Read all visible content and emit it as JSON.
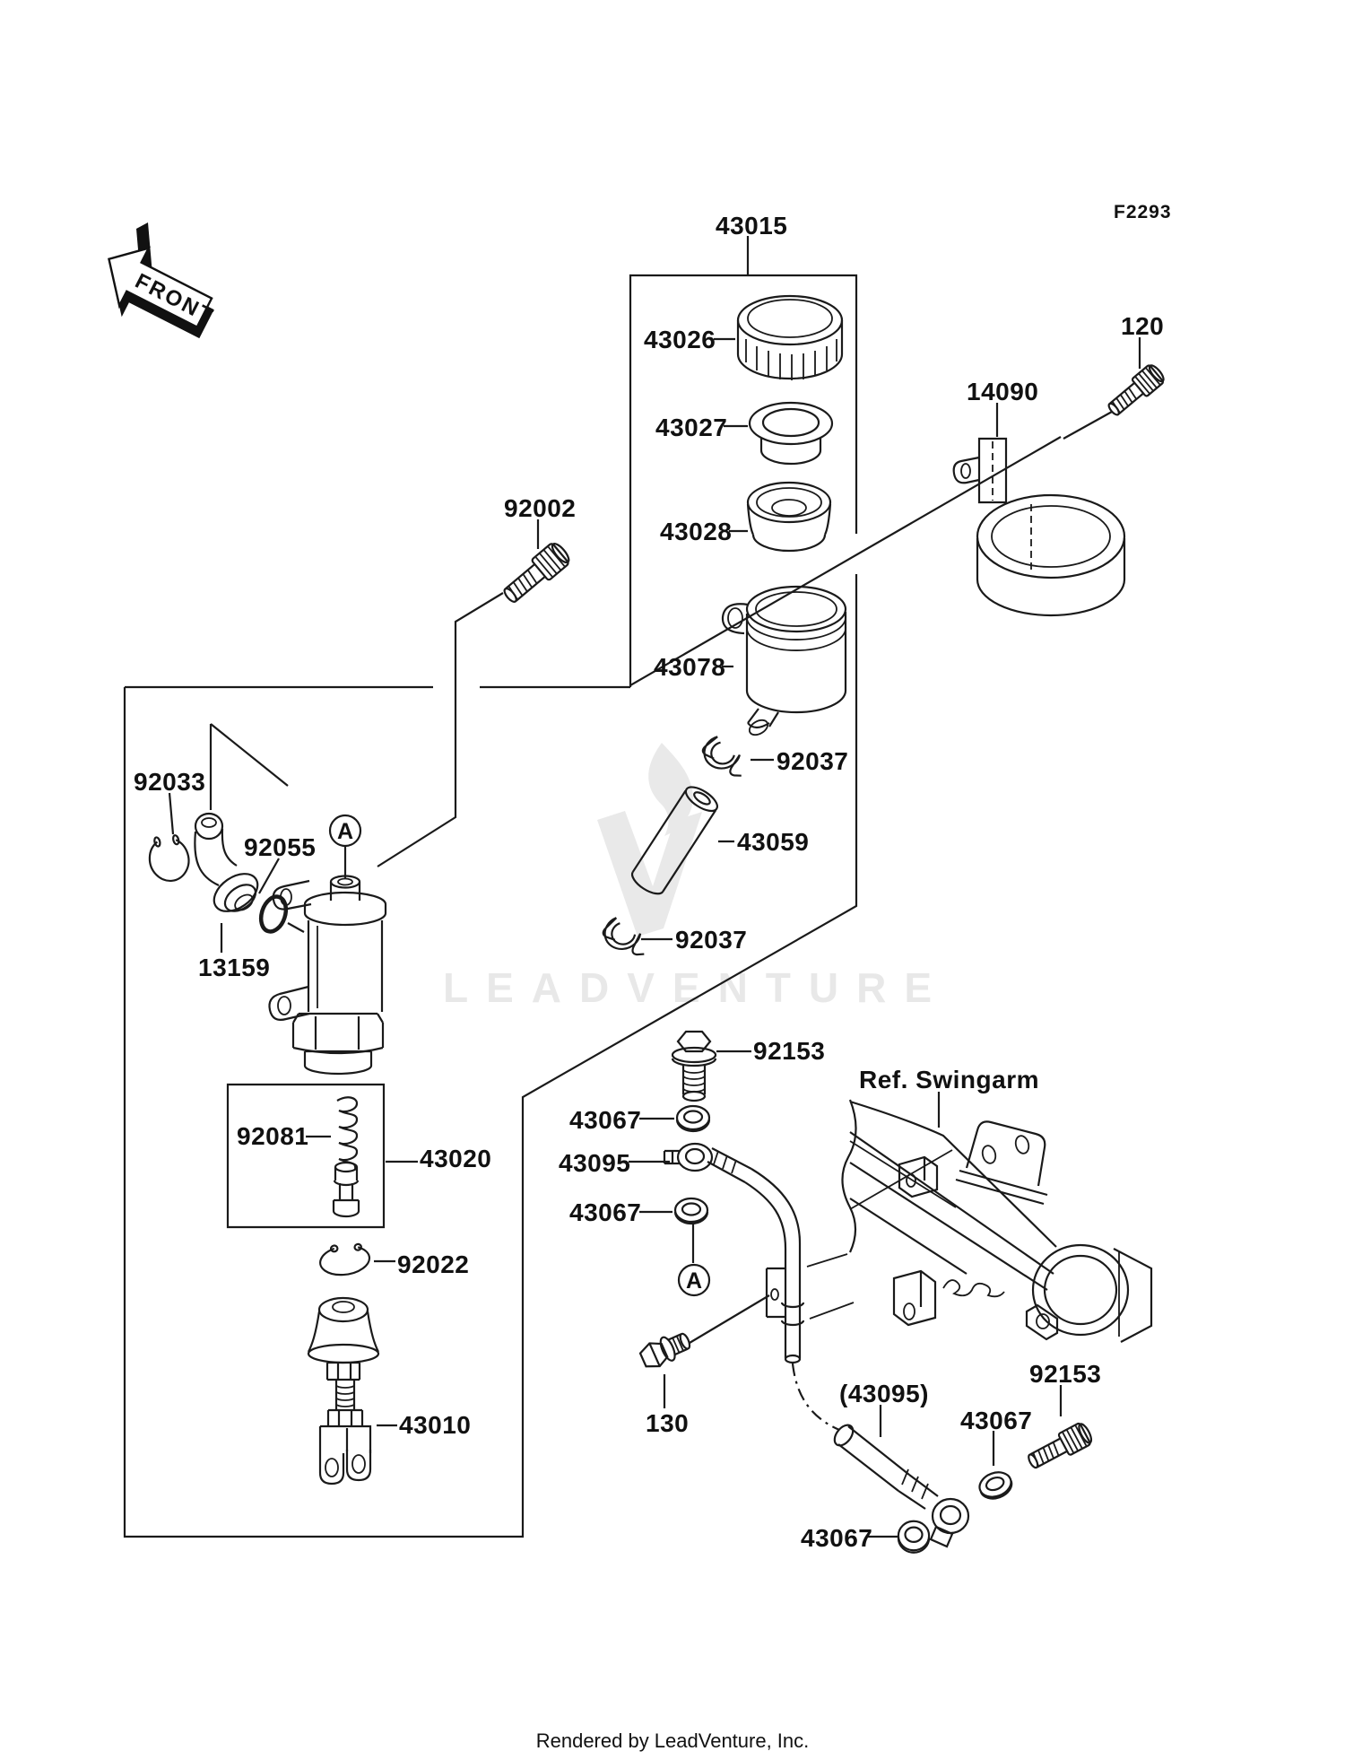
{
  "figure": {
    "code": "F2293",
    "front_label": "FRONT",
    "ref_label": "Ref. Swingarm",
    "connector_letter": "A",
    "watermark": "LEADVENTURE",
    "footer": "Rendered by LeadVenture, Inc."
  },
  "callouts": {
    "p43015": "43015",
    "p43026": "43026",
    "p43027": "43027",
    "p43028": "43028",
    "p43078": "43078",
    "p92037a": "92037",
    "p43059": "43059",
    "p92037b": "92037",
    "p92002": "92002",
    "p120": "120",
    "p14090": "14090",
    "p92033": "92033",
    "p92055": "92055",
    "p13159": "13159",
    "p92081": "92081",
    "p43020": "43020",
    "p92022": "92022",
    "p43010": "43010",
    "p92153a": "92153",
    "p43067a": "43067",
    "p43095": "43095",
    "p43067b": "43067",
    "p130": "130",
    "p43095paren": "(43095)",
    "p43067c": "43067",
    "p43067d": "43067",
    "p92153b": "92153"
  }
}
